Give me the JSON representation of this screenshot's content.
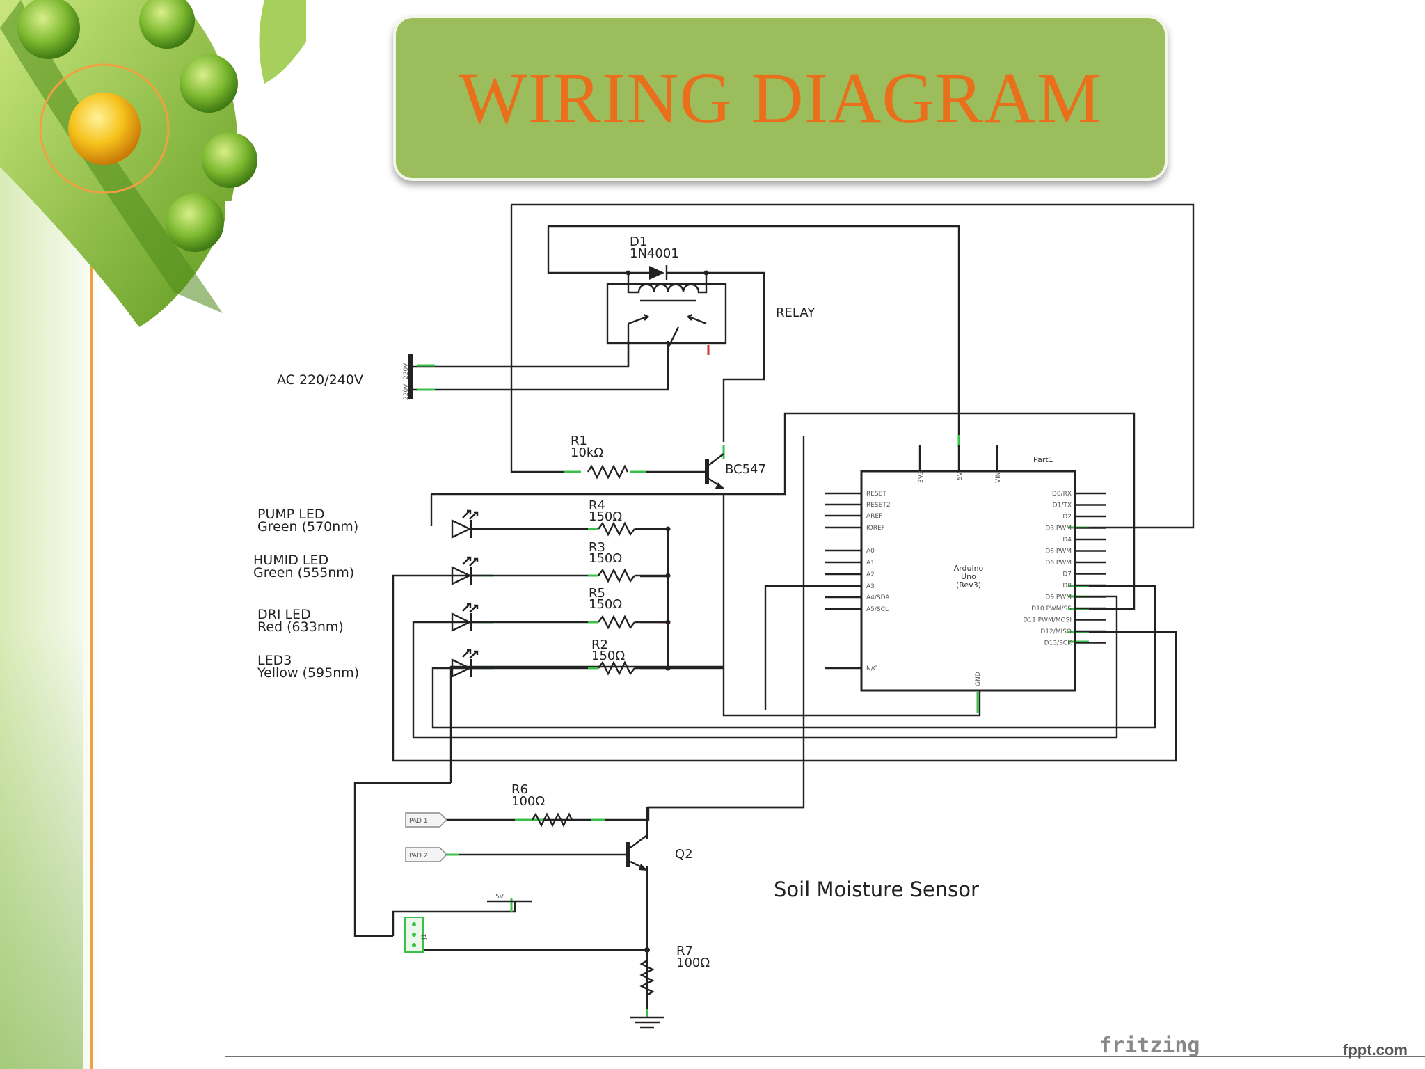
{
  "title": "WIRING DIAGRAM",
  "schematic": {
    "diode": {
      "ref": "D1",
      "part": "1N4001"
    },
    "relay": "RELAY",
    "ac_source": {
      "label": "AC 220/240V",
      "pin_top": "220V",
      "pin_bottom": "220V"
    },
    "r1": {
      "ref": "R1",
      "value": "10kΩ"
    },
    "transistor_q1": "BC547",
    "arduino": {
      "part_label": "Part1",
      "name_line1": "Arduino",
      "name_line2": "Uno",
      "name_line3": "(Rev3)",
      "left_pins": [
        "RESET",
        "RESET2",
        "AREF",
        "IOREF",
        "A0",
        "A1",
        "A2",
        "A3",
        "A4/SDA",
        "A5/SCL",
        "N/C"
      ],
      "right_pins": [
        "D0/RX",
        "D1/TX",
        "D2",
        "D3 PWM",
        "D4",
        "D5 PWM",
        "D6 PWM",
        "D7",
        "D8",
        "D9 PWM",
        "D10 PWM/SS",
        "D11 PWM/MOSI",
        "D12/MISO",
        "D13/SCK"
      ],
      "top_pins": [
        "3V3",
        "5V",
        "VIN"
      ],
      "bottom_pin": "GND"
    },
    "leds": [
      {
        "name": "PUMP LED",
        "color": "Green (570nm)",
        "resistor": "R4",
        "value": "150Ω"
      },
      {
        "name": "HUMID LED",
        "color": "Green (555nm)",
        "resistor": "R3",
        "value": "150Ω"
      },
      {
        "name": "DRI LED",
        "color": "Red (633nm)",
        "resistor": "R5",
        "value": "150Ω"
      },
      {
        "name": "LED3",
        "color": "Yellow (595nm)",
        "resistor": "R2",
        "value": "150Ω"
      }
    ],
    "r6": {
      "ref": "R6",
      "value": "100Ω"
    },
    "pad1": "PAD 1",
    "pad2": "PAD 2",
    "q2": "Q2",
    "supply": "5V",
    "connector": "J1",
    "r7": {
      "ref": "R7",
      "value": "100Ω"
    },
    "sensor_caption": "Soil Moisture Sensor",
    "brand": "fritzing"
  },
  "footer_brand": "fppt.com",
  "colors": {
    "title_text": "#e96f1d",
    "title_box": "#9bbd5c",
    "wire_ok": "#39c04a",
    "wire_warn": "#d23030"
  }
}
